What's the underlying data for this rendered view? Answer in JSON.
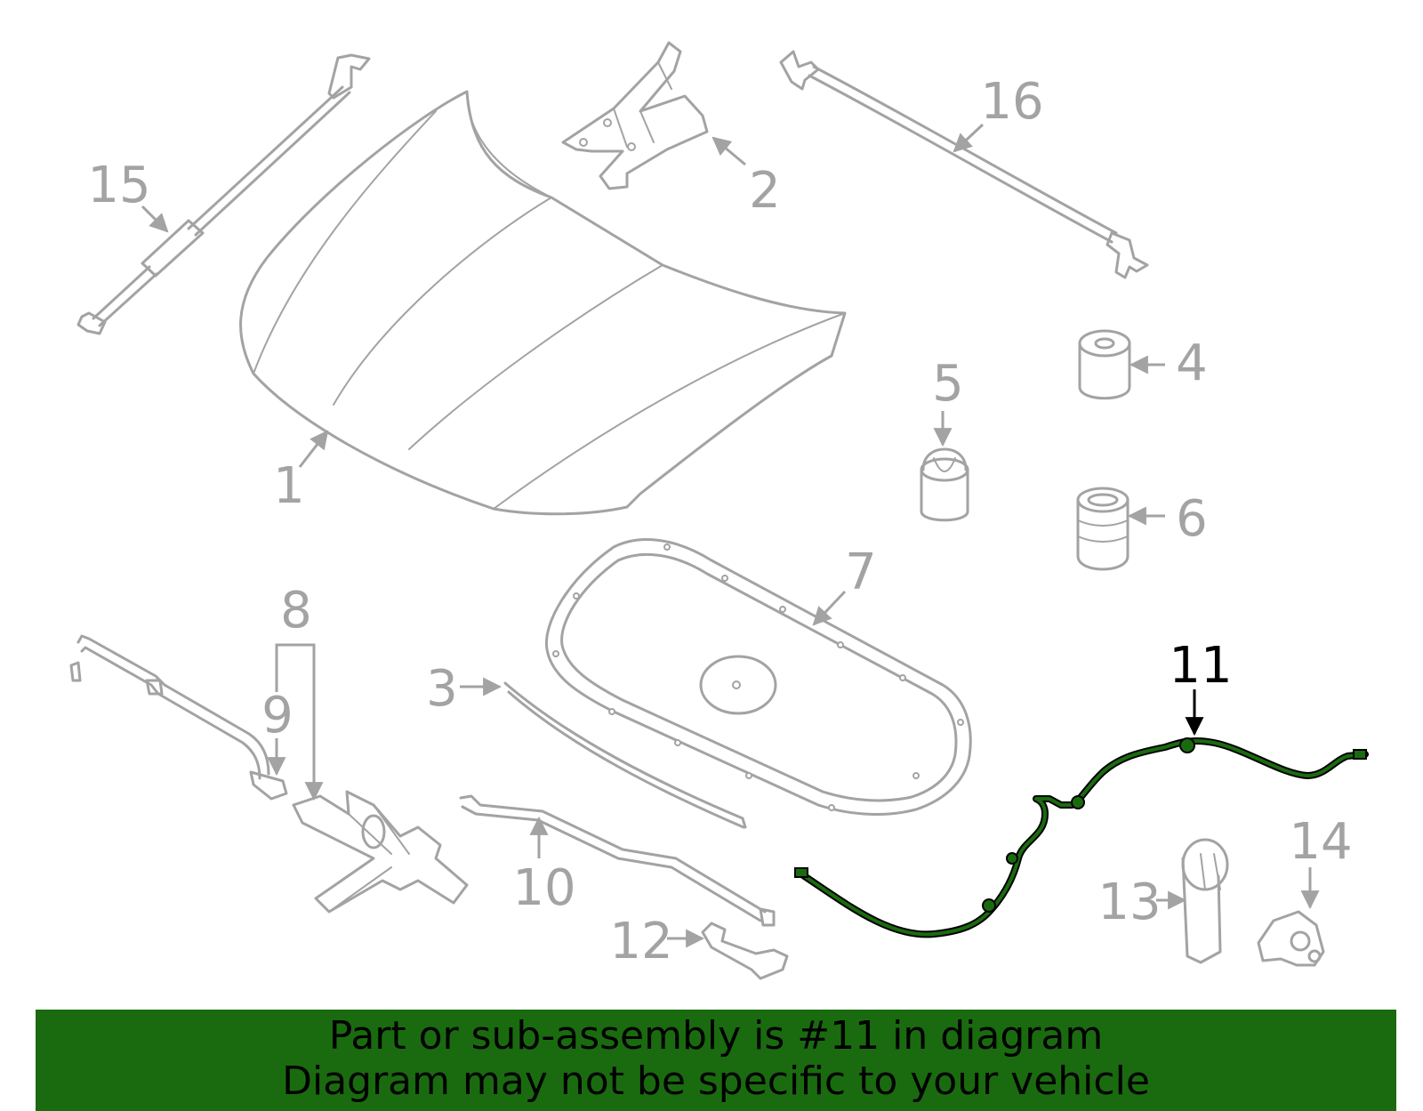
{
  "diagram": {
    "highlighted_part": "11",
    "callouts": [
      "1",
      "2",
      "3",
      "4",
      "5",
      "6",
      "7",
      "8",
      "9",
      "10",
      "11",
      "12",
      "13",
      "14",
      "15",
      "16"
    ],
    "colors": {
      "part_outline": "#a3a3a3",
      "highlight_part": "#1a6b0f",
      "highlight_label": "#000000",
      "banner_bg": "#1a6b0f"
    }
  },
  "banner": {
    "line1": "Part or sub-assembly is #11 in diagram",
    "line2": "Diagram may not be specific to your vehicle"
  }
}
